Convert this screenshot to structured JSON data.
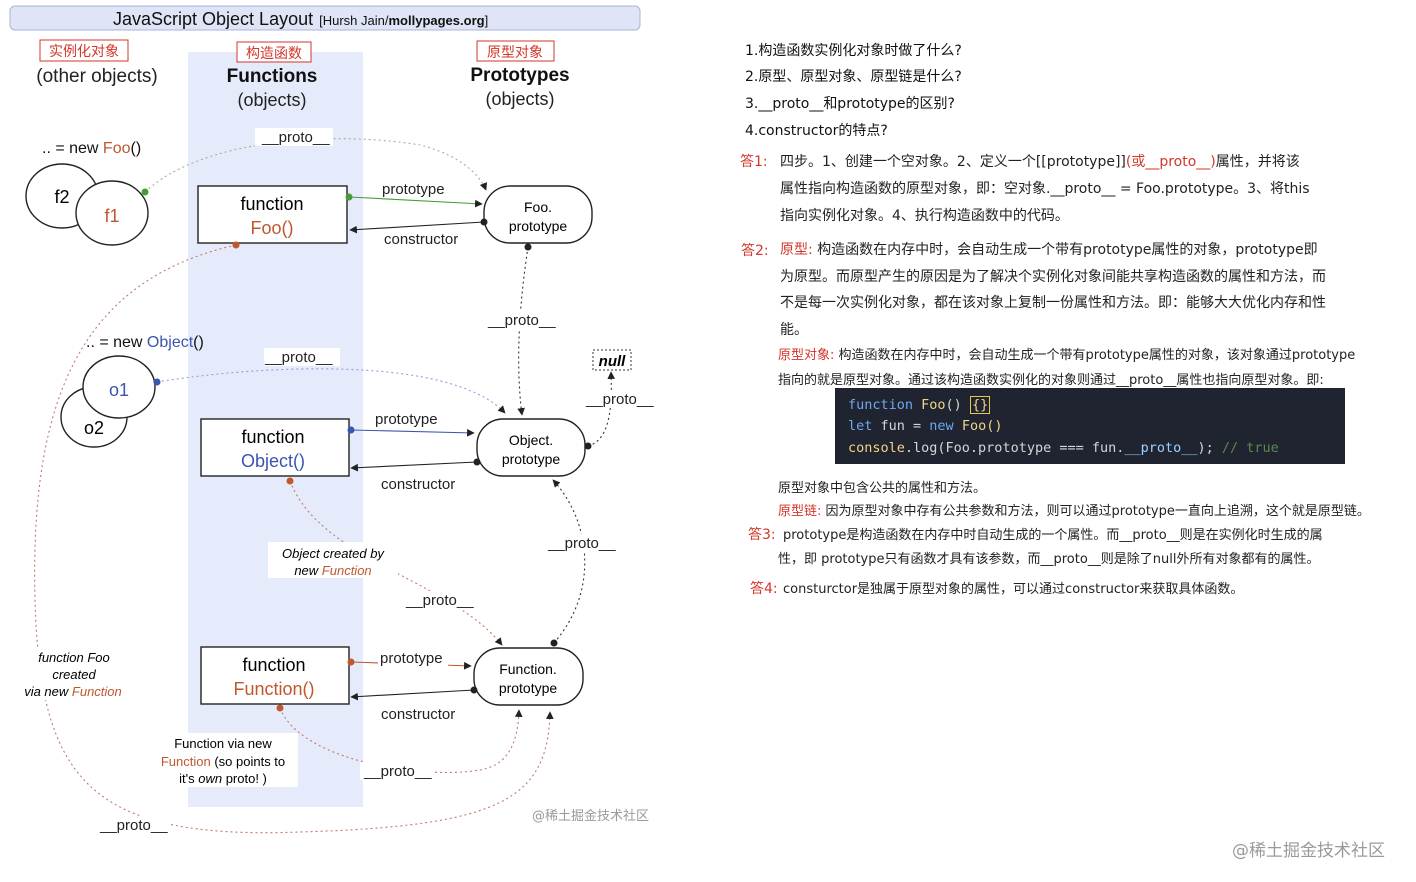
{
  "diagram": {
    "title_main": "JavaScript Object Layout",
    "title_credit_a": "[Hursh Jain/",
    "title_credit_b": "mollypages.org",
    "title_credit_c": "]",
    "col1": {
      "tag": "实例化对象",
      "line1": "(other objects)"
    },
    "col2": {
      "tag": "构造函数",
      "line1": "Functions",
      "line2": "(objects)"
    },
    "col3": {
      "tag": "原型对象",
      "line1": "Prototypes",
      "line2": "(objects)"
    },
    "new_foo": {
      "prefix": ".. = new ",
      "name": "Foo",
      "suffix": "()"
    },
    "new_object": {
      "prefix": ".. = new ",
      "name": "Object",
      "suffix": "()"
    },
    "instances": {
      "f2": "f2",
      "f1": "f1",
      "o1": "o1",
      "o2": "o2"
    },
    "func_foo": {
      "line1": "function",
      "line2": "Foo()"
    },
    "func_object": {
      "line1": "function",
      "line2": "Object()"
    },
    "func_function": {
      "line1": "function",
      "line2": "Function()"
    },
    "proto_foo": {
      "line1": "Foo.",
      "line2": "prototype"
    },
    "proto_object": {
      "line1": "Object.",
      "line2": "prototype"
    },
    "proto_function": {
      "line1": "Function.",
      "line2": "prototype"
    },
    "null_label": "null",
    "edge_proto": "__proto__",
    "edge_prototype": "prototype",
    "edge_constructor": "constructor",
    "object_created_by_1": "Object created by",
    "object_created_by_2_a": "new ",
    "object_created_by_2_b": "Function",
    "function_foo_created_1": "function Foo",
    "function_foo_created_2": "created",
    "function_foo_created_3_a": "via new ",
    "function_foo_created_3_b": "Function",
    "function_via_1": "Function via new",
    "function_via_2_a": "Function",
    "function_via_2_b": " (so points to",
    "function_via_3_a": "it's ",
    "function_via_3_b": "own",
    "function_via_3_c": " proto! )",
    "watermark": "@稀土掘金技术社区"
  },
  "notes": {
    "questions": [
      "1.构造函数实例化对象时做了什么?",
      "2.原型、原型对象、原型链是什么?",
      "3.__proto__和prototype的区别?",
      "4.constructor的特点?"
    ],
    "a1_tag": "答1:",
    "a1_l1_a": "四步。1、创建一个空对象。2、定义一个[[prototype]]",
    "a1_l1_b": "(或__proto__)",
    "a1_l1_c": "属性，并将该",
    "a1_l2": "属性指向构造函数的原型对象，即：空对象.__proto__ = Foo.prototype。3、将this",
    "a1_l3": "指向实例化对象。4、执行构造函数中的代码。",
    "a2_tag": "答2:",
    "a2_l1_a": "原型:",
    "a2_l1_b": " 构造函数在内存中时，会自动生成一个带有prototype属性的对象，prototype即",
    "a2_l2": "为原型。而原型产生的原因是为了解决个实例化对象间能共享构造函数的属性和方法，而",
    "a2_l3": "不是每一次实例化对象，都在该对象上复制一份属性和方法。即：能够大大优化内存和性",
    "a2_l4": "能。",
    "po_a": "原型对象:",
    "po_b": " 构造函数在内存中时，会自动生成一个带有prototype属性的对象，该对象通过prototype",
    "po_l2": "指向的就是原型对象。通过该构造函数实例化的对象则通过__proto__属性也指向原型对象。即:",
    "code_l1_kw": "function",
    "code_l1_fn": " Foo",
    "code_l1_rest": "() ",
    "code_l1_cursor": "{}",
    "code_l2_kw": "let",
    "code_l2_mid": " fun = ",
    "code_l2_kw2": "new",
    "code_l2_fn": " Foo",
    "code_l2_end": "()",
    "code_l3_fn": "console",
    "code_l3_a": ".log(Foo.prototype === fun.",
    "code_l3_pr": "__proto__",
    "code_l3_b": "); ",
    "code_l3_cm": "// true",
    "po_after": "原型对象中包含公共的属性和方法。",
    "chain_a": "原型链:",
    "chain_b": " 因为原型对象中存有公共参数和方法，则可以通过prototype一直向上追溯，这个就是原型链。",
    "a3_tag": "答3:",
    "a3_l1": "prototype是构造函数在内存中时自动生成的一个属性。而__proto__则是在实例化时生成的属",
    "a3_l2": "性，即 prototype只有函数才具有该参数，而__proto__则是除了null外所有对象都有的属性。",
    "a4_tag": "答4:",
    "a4_l1": "consturctor是独属于原型对象的属性，可以通过constructor来获取具体函数。",
    "watermark": "@稀土掘金技术社区"
  },
  "colors": {
    "accent_red": "#d3362a",
    "func_blue": "#3a55b0",
    "column_bg": "#e6ebfb",
    "code_bg": "#1f2430"
  }
}
